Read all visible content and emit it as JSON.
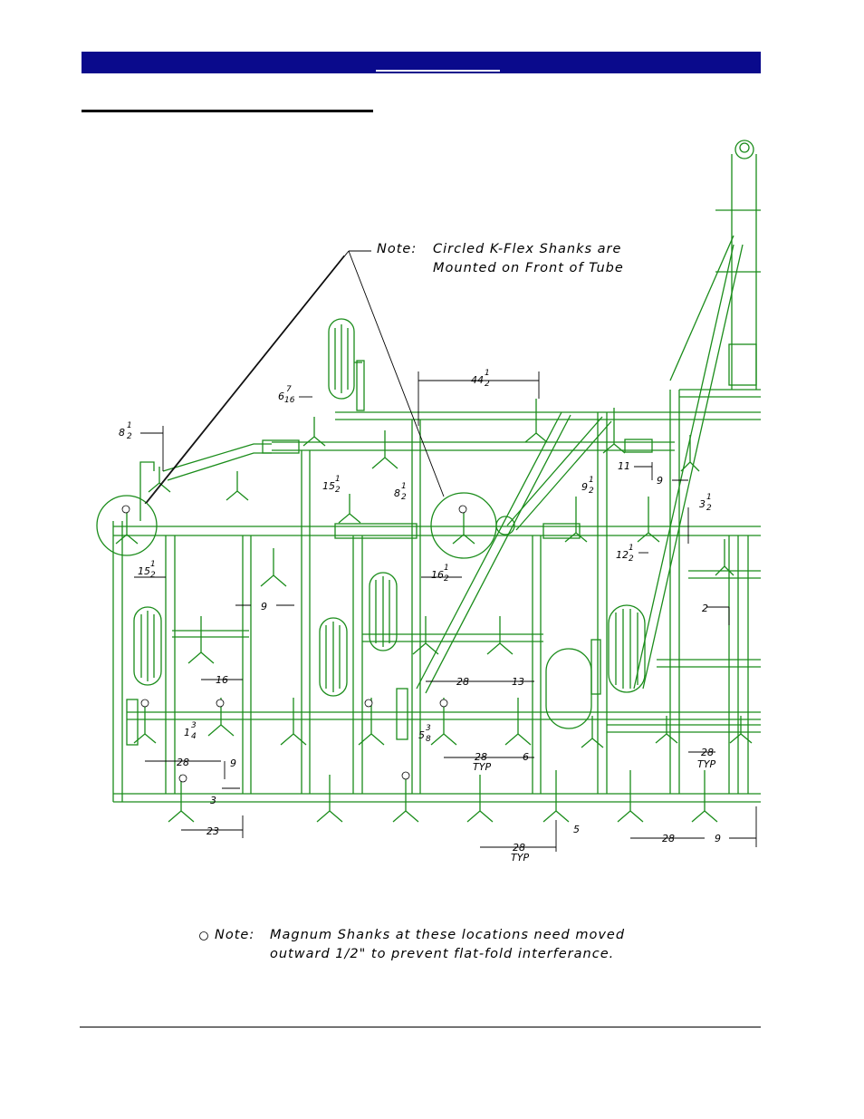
{
  "note_top": {
    "label": "Note:",
    "line1": "Circled K-Flex Shanks are",
    "line2": "Mounted on Front of Tube"
  },
  "note_bottom": {
    "label": "Note:",
    "line1": "Magnum Shanks at these locations need moved",
    "line2": "outward 1/2\" to prevent flat-fold interferance."
  },
  "colors": {
    "header": "#0a0a8c",
    "drawing": "#1a8c1a",
    "dimension": "#000000"
  },
  "dimensions": {
    "d1": "8",
    "d1f": [
      "1",
      "2"
    ],
    "d2": "6",
    "d2f": [
      "7",
      "16"
    ],
    "d3": "44",
    "d3f": [
      "1",
      "2"
    ],
    "d4": "15",
    "d4f": [
      "1",
      "2"
    ],
    "d5": "8",
    "d5f": [
      "1",
      "2"
    ],
    "d6": "11",
    "d7": "9",
    "d8": "9",
    "d8f": [
      "1",
      "2"
    ],
    "d9": "3",
    "d9f": [
      "1",
      "2"
    ],
    "d10": "15",
    "d10f": [
      "1",
      "2"
    ],
    "d11": "16",
    "d11f": [
      "1",
      "2"
    ],
    "d12": "12",
    "d12f": [
      "1",
      "2"
    ],
    "d13": "9",
    "d14": "2",
    "d15": "16",
    "d16": "28",
    "d17": "13",
    "d18": "1",
    "d18f": [
      "3",
      "4"
    ],
    "d19": "5",
    "d19f": [
      "3",
      "8"
    ],
    "d20": "28",
    "d21": "9",
    "d22": "28",
    "d22t": "TYP",
    "d23": "6",
    "d24": "28",
    "d24t": "TYP",
    "d25": "3",
    "d26": "23",
    "d27": "5",
    "d28": "28",
    "d28t": "TYP",
    "d29": "28",
    "d30": "9"
  }
}
